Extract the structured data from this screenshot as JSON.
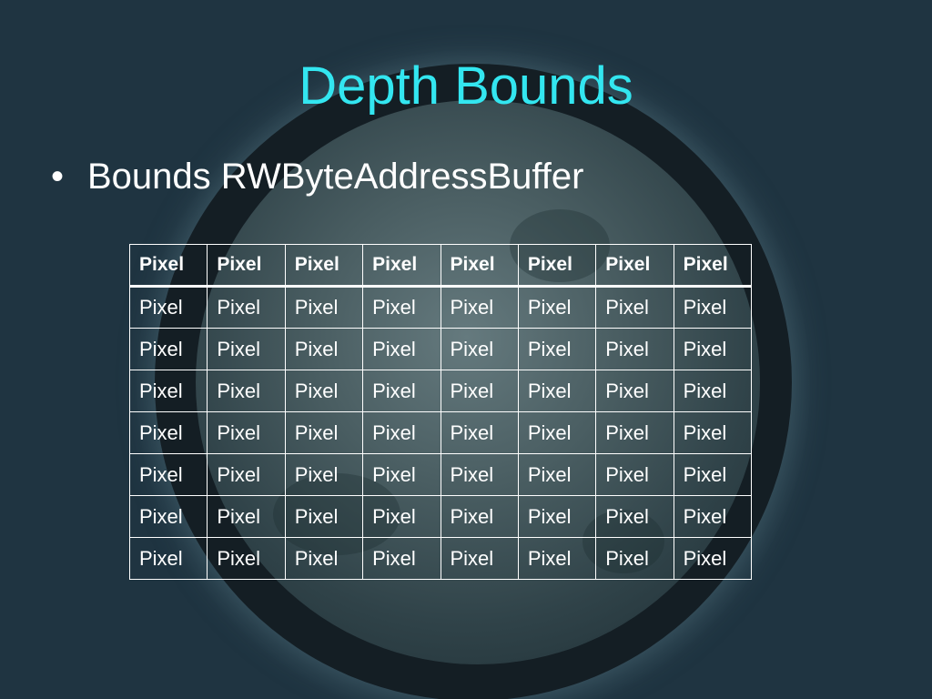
{
  "slide": {
    "title": "Depth Bounds",
    "bullet": {
      "marker": "•",
      "text": "Bounds RWByteAddressBuffer"
    },
    "table": {
      "header": [
        "Pixel",
        "Pixel",
        "Pixel",
        "Pixel",
        "Pixel",
        "Pixel",
        "Pixel",
        "Pixel"
      ],
      "rows": [
        [
          "Pixel",
          "Pixel",
          "Pixel",
          "Pixel",
          "Pixel",
          "Pixel",
          "Pixel",
          "Pixel"
        ],
        [
          "Pixel",
          "Pixel",
          "Pixel",
          "Pixel",
          "Pixel",
          "Pixel",
          "Pixel",
          "Pixel"
        ],
        [
          "Pixel",
          "Pixel",
          "Pixel",
          "Pixel",
          "Pixel",
          "Pixel",
          "Pixel",
          "Pixel"
        ],
        [
          "Pixel",
          "Pixel",
          "Pixel",
          "Pixel",
          "Pixel",
          "Pixel",
          "Pixel",
          "Pixel"
        ],
        [
          "Pixel",
          "Pixel",
          "Pixel",
          "Pixel",
          "Pixel",
          "Pixel",
          "Pixel",
          "Pixel"
        ],
        [
          "Pixel",
          "Pixel",
          "Pixel",
          "Pixel",
          "Pixel",
          "Pixel",
          "Pixel",
          "Pixel"
        ],
        [
          "Pixel",
          "Pixel",
          "Pixel",
          "Pixel",
          "Pixel",
          "Pixel",
          "Pixel",
          "Pixel"
        ]
      ]
    }
  },
  "colors": {
    "background": "#1f3441",
    "title": "#33e6f0",
    "text": "#ffffff",
    "table_border": "#ffffff"
  }
}
